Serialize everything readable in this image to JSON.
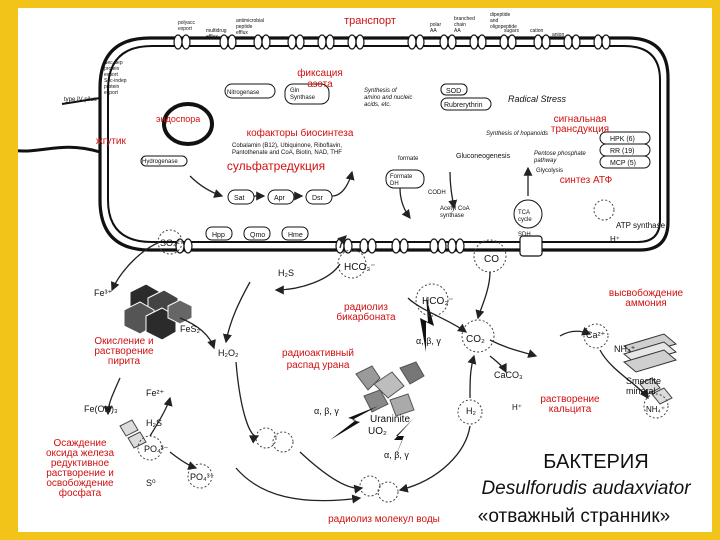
{
  "labels": {
    "transport": "транспорт",
    "nitrogen_fixation": "фиксация\nазота",
    "endospore": "эндоспора",
    "flagellum": "жгутик",
    "biosynthesis_cofactors": "кофакторы биосинтеза",
    "signal_transduction": "сигнальная\nтрансдукция",
    "sulfate_reduction": "сульфатредукция",
    "atp_synthesis": "синтез АТФ",
    "ammonium_release": "высвобождение\nаммония",
    "bicarbonate_radiolysis": "радиолиз\nбикарбоната",
    "pyrite_oxidation": "Окисление и\nрастворение\nпирита",
    "uranium_decay": "радиоактивный\nраспад урана",
    "calcite_dissolution": "растворение\nкальцита",
    "iron_oxide_reduction": "Осаждение\nоксида железа\nредуктивное\nрастворение и\nосвобождение\nфосфата",
    "water_radiolysis": "радиолиз молекул воды"
  },
  "title": {
    "line1": "БАКТЕРИЯ",
    "line2": "Desulforudis audaxviator",
    "line3": "«отважный странник»"
  },
  "chem": {
    "fe3": "Fe³⁺",
    "fes2": "FeS₂",
    "h2o2": "H₂O₂",
    "feoh3": "Fe(OH)₃",
    "fe2": "Fe²⁺",
    "h2s": "H₂S",
    "h2s_inner": "H₂S",
    "po4": "PO₄³⁻",
    "po4b": "PO₄³⁻",
    "s0": "S⁰",
    "hco3": "HCO₃⁻",
    "hco3b": "HCO₃⁻",
    "co2": "CO₂",
    "co": "CO",
    "caco3": "CaCO₃",
    "ca2": "Ca²⁺",
    "nh4": "NH₄⁺",
    "hplus": "H⁺",
    "hplus2": "H⁺",
    "h2": "H₂",
    "so4": "SO₄²⁻",
    "uraninite": "Uraninite",
    "uo2": "UO₂",
    "abg1": "α, β, γ",
    "abg2": "α, β, γ",
    "abg3": "α, β, γ",
    "smectite": "Smectite\nmineral",
    "radical_stress": "Radical Stress",
    "rubrerythrin": "Rubrerythrin",
    "sod": "SOD",
    "atp_synthase": "ATP synthase",
    "hydrogenase": "Hydrogenase",
    "nitrogenase": "Nitrogenase",
    "gln_synthase": "Gln\nSynthase",
    "cofactor_list": "Cobalamin (B12), Ubiquinone, Riboflavin,\nPantothenate and CoA, Biotin, NAD, THF",
    "synthesis_amino": "Synthesis of\namino and nucleic\nacids, etc.",
    "synthesis_hopanoids": "Synthesis of hopanoids",
    "gluconeogenesis": "Gluconeogenesis",
    "glycolysis": "Glycolysis",
    "ppp": "Pentose phosphate\npathway",
    "hpk": "HPK (6)",
    "rr": "RR (19)",
    "mcp": "MCP (5)",
    "formate": "formate",
    "formate_dh": "Formate\nDH",
    "codh": "CODH",
    "acetyl_coa": "Acetyl CoA\nsynthase",
    "tca": "TCA\ncycle",
    "sdh": "SDH",
    "sat": "Sat",
    "apr": "Apr",
    "dsr": "Dsr",
    "hpp": "Hpp",
    "qmo": "Qmo",
    "hme": "Hme",
    "type4_pilus": "type IV pilus",
    "sec_dep_export": "Sec-dep\nprotein\nexport",
    "sec_ind_export": "Sec-indep\nprotein\nexport",
    "polyacc_export": "polyacc\nexport",
    "multidrug_efflux": "multidrug\nefflux",
    "antimicrobial_efflux": "antimicrobial\npeptide\nefflux",
    "dipeptide": "dipeptide\nand\noligopeptide",
    "branched_aa": "branched\nchain\nAA",
    "polar_aa": "polar\nAA",
    "sugars": "sugars",
    "cation": "cation",
    "anion": "anion"
  },
  "colors": {
    "frame": "#f2c318",
    "red_text": "#d01010",
    "blue_text": "#1a1aa0"
  }
}
